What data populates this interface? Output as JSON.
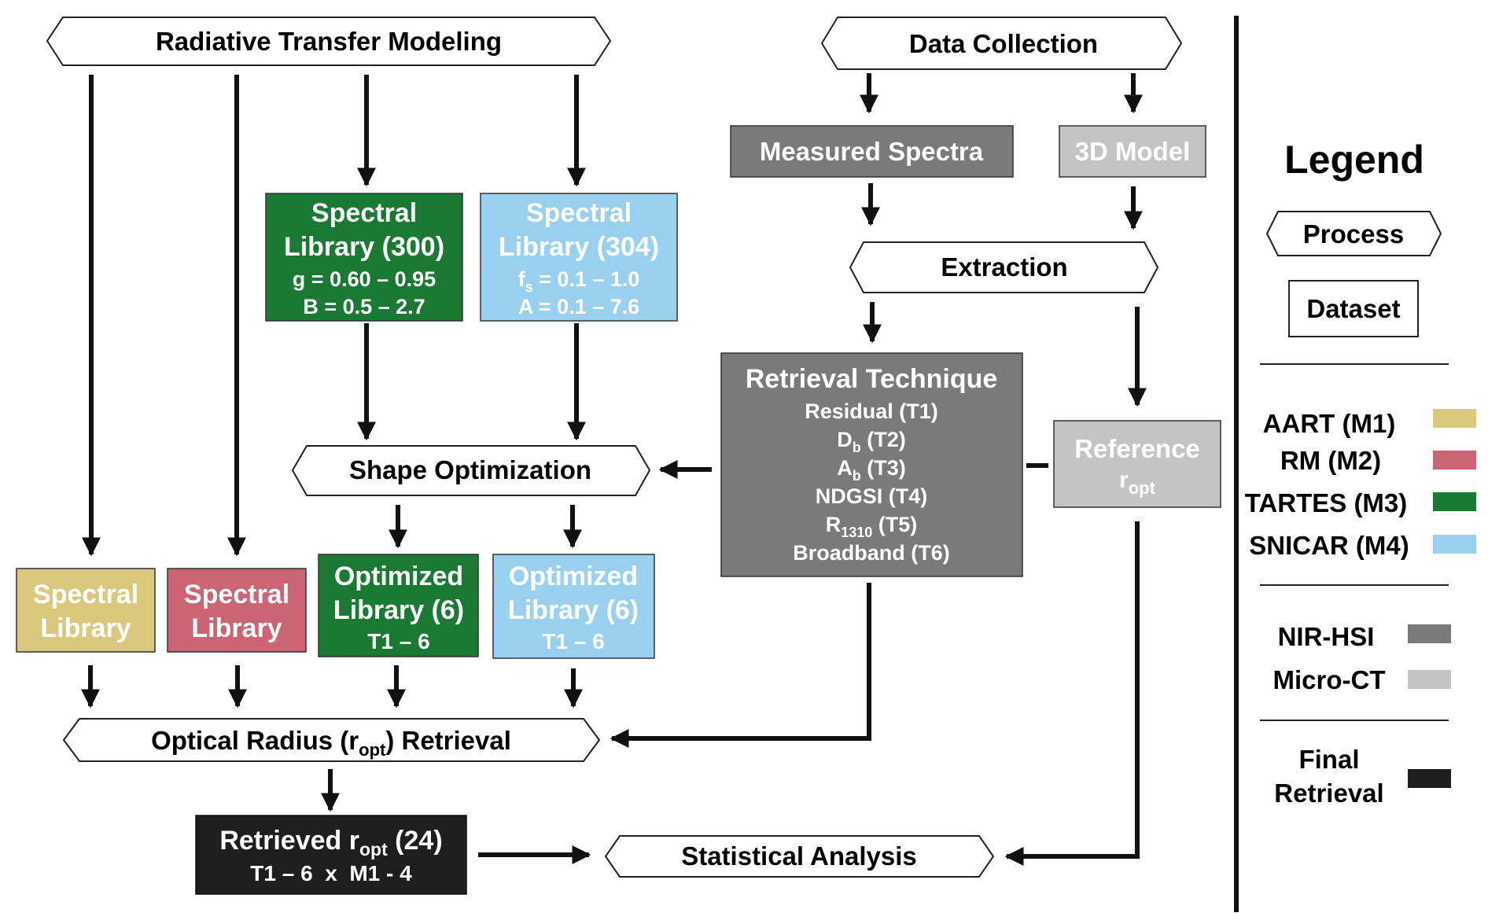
{
  "colors": {
    "aart": "#d9c87e",
    "rm": "#cc6476",
    "tartes": "#1a7a34",
    "snicar": "#9ad0ef",
    "nir_hsi": "#7a7a7a",
    "micro_ct": "#c4c4c4",
    "final": "#1e1e1e"
  },
  "processes": {
    "rtm": "Radiative Transfer Modeling",
    "data_collection": "Data Collection",
    "extraction": "Extraction",
    "shape_optimization": "Shape Optimization",
    "optical_retrieval_pre": "Optical Radius (r",
    "optical_retrieval_sub": "opt",
    "optical_retrieval_post": ") Retrieval",
    "statistical_analysis": "Statistical Analysis"
  },
  "datasets": {
    "measured_spectra": "Measured Spectra",
    "model_3d": "3D Model",
    "lib300": {
      "line1": "Spectral",
      "line2": "Library (300)",
      "line3": "g = 0.60 – 0.95",
      "line4": "B = 0.5 – 2.7"
    },
    "lib304": {
      "line1": "Spectral",
      "line2": "Library (304)",
      "line3_a": "f",
      "line3_sub": "s",
      "line3_b": " = 0.1 – 1.0",
      "line4": "A = 0.1 – 7.6"
    },
    "retrieval": {
      "title": "Retrieval Technique",
      "t1": "Residual (T1)",
      "t2_a": "D",
      "t2_sub": "b",
      "t2_b": " (T2)",
      "t3_a": "A",
      "t3_sub": "b",
      "t3_b": " (T3)",
      "t4": "NDGSI (T4)",
      "t5_a": "R",
      "t5_sub": "1310",
      "t5_b": " (T5)",
      "t6": "Broadband (T6)"
    },
    "reference": {
      "line1": "Reference",
      "line2_a": "r",
      "line2_sub": "opt"
    },
    "lib_aart": {
      "line1": "Spectral",
      "line2": "Library"
    },
    "lib_rm": {
      "line1": "Spectral",
      "line2": "Library"
    },
    "opt_tartes": {
      "line1": "Optimized",
      "line2": "Library (6)",
      "line3": "T1 – 6"
    },
    "opt_snicar": {
      "line1": "Optimized",
      "line2": "Library (6)",
      "line3": "T1 – 6"
    },
    "retrieved": {
      "line1_a": "Retrieved r",
      "line1_sub": "opt",
      "line1_b": " (24)",
      "line2": "T1 – 6  x  M1 - 4"
    }
  },
  "legend": {
    "title": "Legend",
    "process": "Process",
    "dataset": "Dataset",
    "aart": "AART (M1)",
    "rm": "RM (M2)",
    "tartes": "TARTES (M3)",
    "snicar": "SNICAR (M4)",
    "nir_hsi": "NIR-HSI",
    "micro_ct": "Micro-CT",
    "final_line1": "Final",
    "final_line2": "Retrieval"
  }
}
